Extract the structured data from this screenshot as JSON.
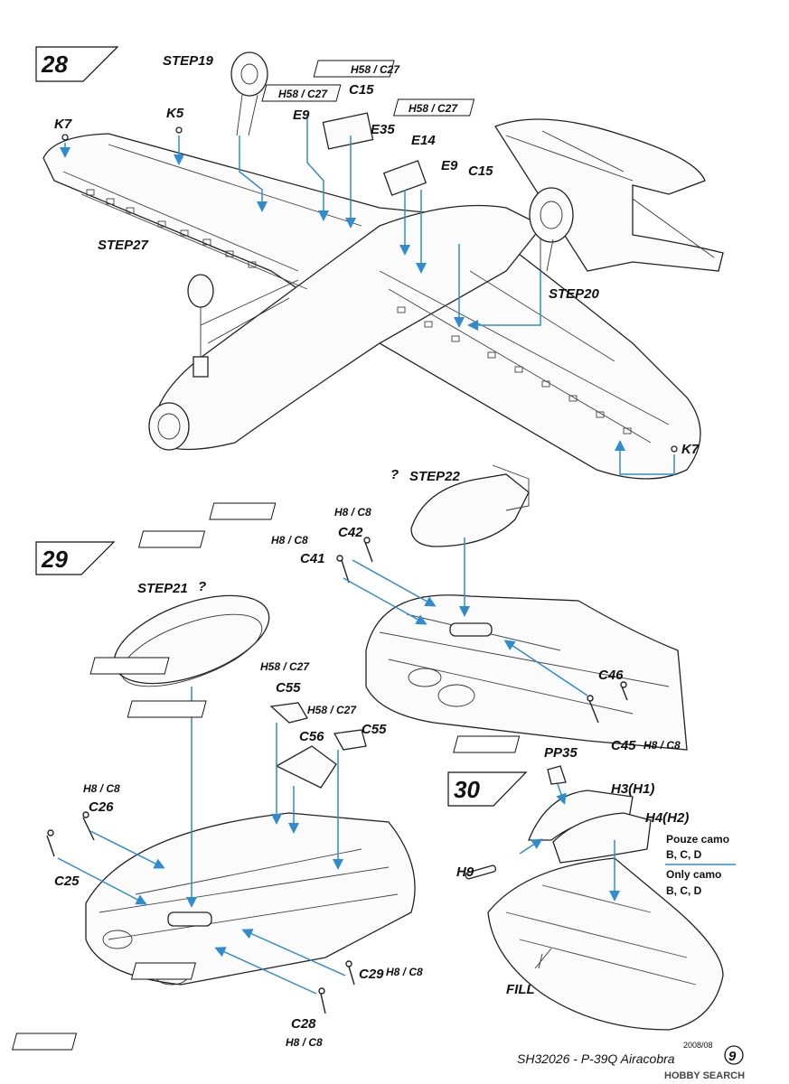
{
  "colors": {
    "callout_line": "#2f8ccf",
    "outline": "#222222",
    "background": "#ffffff"
  },
  "steps": [
    {
      "number": "28"
    },
    {
      "number": "29"
    },
    {
      "number": "30"
    }
  ],
  "step28": {
    "labels": {
      "k7_left": "K7",
      "k5": "K5",
      "step19": "STEP19",
      "h58_c27_a": "H58 / C27",
      "h58_c27_b": "H58 / C27",
      "c15_top": "C15",
      "e9_top": "E9",
      "e35": "E35",
      "h58_c27_c": "H58 / C27",
      "e14": "E14",
      "e9_mid": "E9",
      "c15_mid": "C15",
      "step27": "STEP27",
      "step20": "STEP20",
      "k7_right": "K7"
    }
  },
  "step29": {
    "labels": {
      "step22": "STEP22",
      "h8_c8_a": "H8 / C8",
      "c42": "C42",
      "h8_c8_b": "H8 / C8",
      "c41": "C41",
      "step21": "STEP21",
      "c46": "C46",
      "c45": "C45",
      "h8_c8_c": "H8 / C8",
      "h58_c27_a": "H58 / C27",
      "c55_a": "C55",
      "h58_c27_b": "H58 / C27",
      "c56": "C56",
      "c55_b": "C55",
      "h8_c8_d": "H8 / C8",
      "c26": "C26",
      "c25": "C25",
      "c29": "C29",
      "h8_c8_e": "H8 / C8",
      "c28": "C28",
      "h8_c8_f": "H8 / C8"
    }
  },
  "step30": {
    "labels": {
      "pp35": "PP35",
      "h3": "H3(H1)",
      "h4": "H4(H2)",
      "h9": "H9",
      "fill": "FILL",
      "note1_title": "Pouze camo",
      "note1_versions": "B, C, D",
      "note2_title": "Only camo",
      "note2_versions": "B, C, D"
    }
  },
  "footer": {
    "date": "2008/08",
    "title": "SH32026 - P-39Q Airacobra",
    "page": "9",
    "watermark": "HOBBY SEARCH"
  }
}
